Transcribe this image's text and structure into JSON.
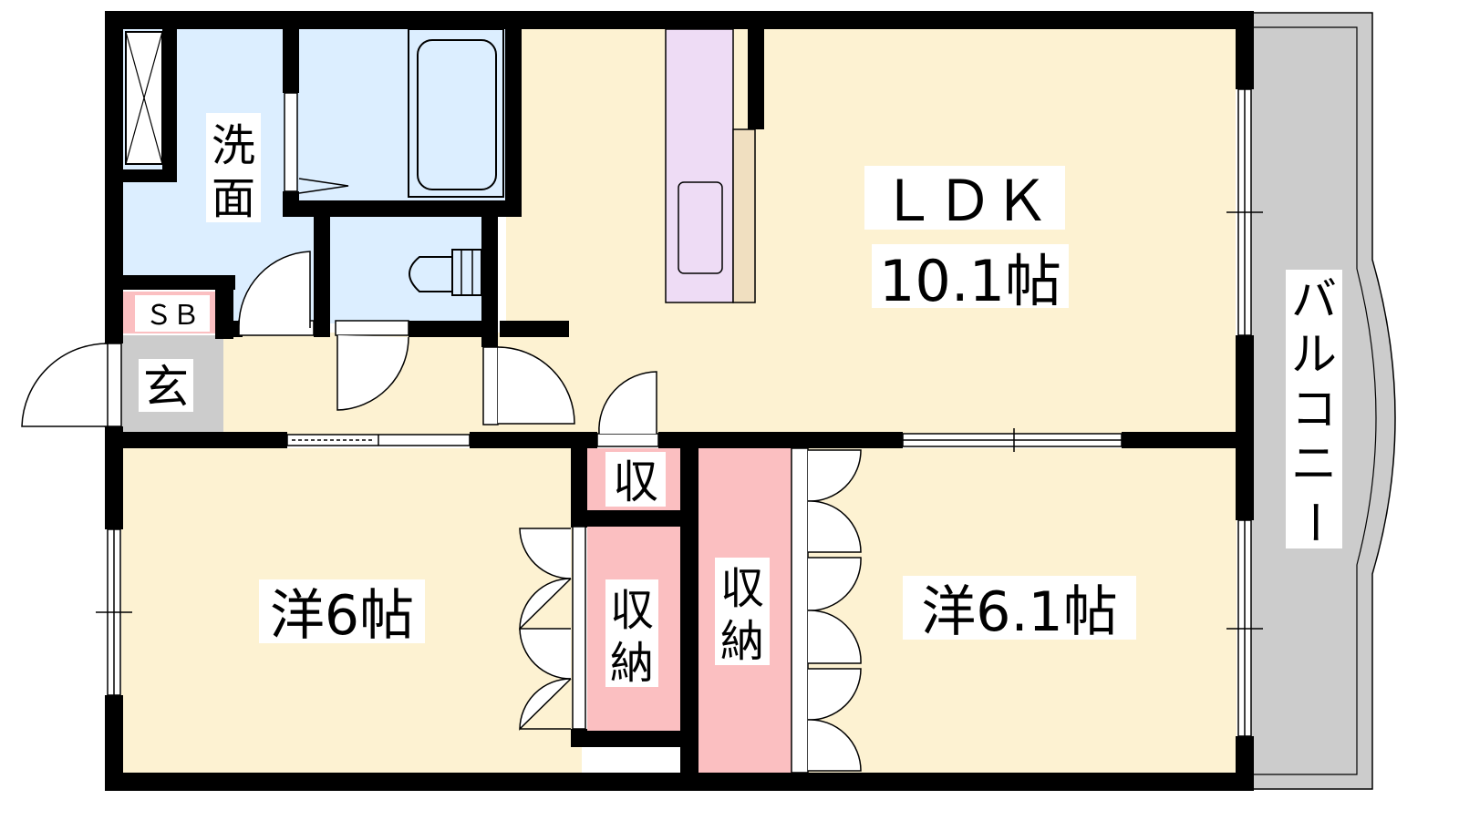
{
  "rooms": {
    "ldk_name": "ＬＤＫ",
    "ldk_size": "10.1帖",
    "wash_1": "洗",
    "wash_2": "面",
    "sb": "ＳＢ",
    "entrance": "玄",
    "storage_small": "収",
    "storage_a_1": "収",
    "storage_a_2": "納",
    "storage_b_1": "収",
    "storage_b_2": "納",
    "western_left": "洋6帖",
    "western_right": "洋6.1帖",
    "balcony_1": "バ",
    "balcony_2": "ル",
    "balcony_3": "コ",
    "balcony_4": "ニ",
    "balcony_5": "ー"
  },
  "colors": {
    "ldk": "#fdf2d2",
    "wet": "#dceeff",
    "kitchen": "#eedcf5",
    "storage": "#fbbfc1",
    "entrance": "#cccccc",
    "balcony": "#cccccc",
    "wall": "#000000"
  }
}
